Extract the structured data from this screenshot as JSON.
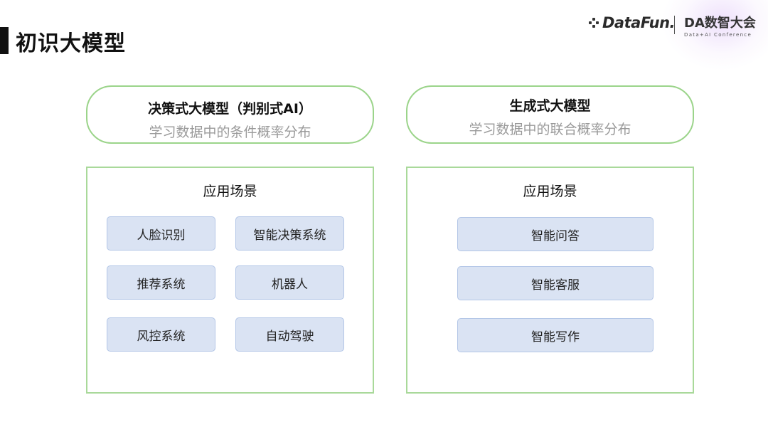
{
  "slide": {
    "title": "初识大模型"
  },
  "logos": {
    "datafun": "DataFun.",
    "da_main": "DA数智大会",
    "da_sub": "Data+AI Conference"
  },
  "left": {
    "header_title": "决策式大模型（判别式AI）",
    "header_subtitle": "学习数据中的条件概率分布",
    "panel_title": "应用场景",
    "items": [
      "人脸识别",
      "智能决策系统",
      "推荐系统",
      "机器人",
      "风控系统",
      "自动驾驶"
    ]
  },
  "right": {
    "header_title": "生成式大模型",
    "header_subtitle": "学习数据中的联合概率分布",
    "panel_title": "应用场景",
    "items": [
      "智能问答",
      "智能客服",
      "智能写作"
    ]
  },
  "colors": {
    "pill_border": "#9bd48a",
    "panel_border": "#a9d99a",
    "chip_fill": "#dae3f3",
    "chip_border": "#b3c6e7"
  }
}
